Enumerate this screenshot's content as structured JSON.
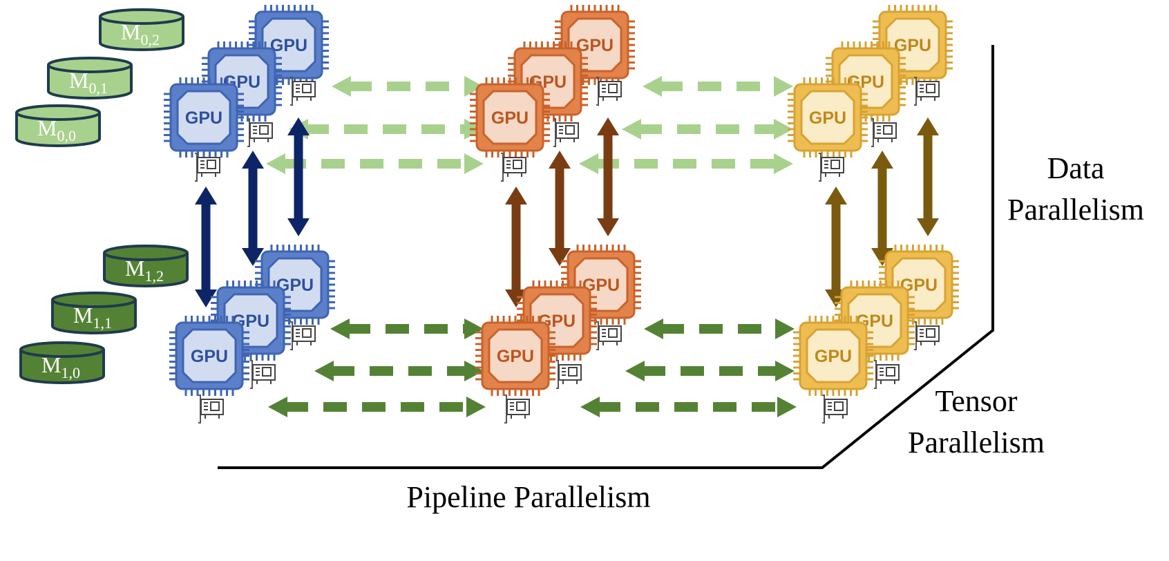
{
  "models": [
    {
      "id": "m00",
      "sub": "0,0",
      "tier": "top"
    },
    {
      "id": "m01",
      "sub": "0,1",
      "tier": "top"
    },
    {
      "id": "m02",
      "sub": "0,2",
      "tier": "top"
    },
    {
      "id": "m10",
      "sub": "1,0",
      "tier": "bottom"
    },
    {
      "id": "m11",
      "sub": "1,1",
      "tier": "bottom"
    },
    {
      "id": "m12",
      "sub": "1,2",
      "tier": "bottom"
    }
  ],
  "model_letter": "M",
  "gpu_label": "GPU",
  "axes": {
    "data": [
      "Data",
      "Parallelism"
    ],
    "tensor": [
      "Tensor",
      "Parallelism"
    ],
    "pipeline": "Pipeline Parallelism"
  },
  "stages": [
    {
      "name": "stage-1",
      "stroke": "#3e64b3",
      "fill": "#5b80c9",
      "inner": "#d2dcf0",
      "text": "#2d4f9c",
      "vert_arrow": "#0d2566"
    },
    {
      "name": "stage-2",
      "stroke": "#c9622a",
      "fill": "#e2834c",
      "inner": "#f6d8c6",
      "text": "#b9561f",
      "vert_arrow": "#7a3c12"
    },
    {
      "name": "stage-3",
      "stroke": "#d9a232",
      "fill": "#eebd52",
      "inner": "#faecc6",
      "text": "#c0871a",
      "vert_arrow": "#7a5a0f"
    }
  ],
  "colors": {
    "top_models": "#a8d18d",
    "top_models_stroke": "#1f3b4d",
    "bottom_models": "#548235",
    "bottom_models_stroke": "#1f3b4d",
    "top_horizontal_arrow": "#a9d18e",
    "bottom_horizontal_arrow": "#548235",
    "axis_line": "#000000"
  }
}
